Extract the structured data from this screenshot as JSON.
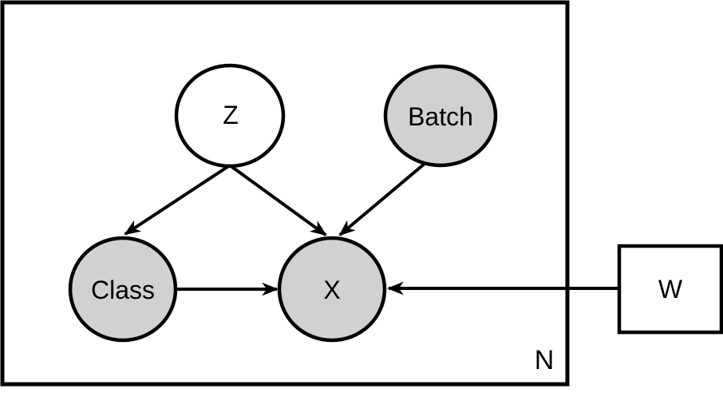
{
  "diagram": {
    "type": "plate-notation-bayesian-network",
    "plate": {
      "label": "N"
    },
    "nodes": [
      {
        "id": "Z",
        "label": "Z",
        "shape": "ellipse",
        "observed": false,
        "fill": "#ffffff"
      },
      {
        "id": "Batch",
        "label": "Batch",
        "shape": "ellipse",
        "observed": true,
        "fill": "#d1d1d1"
      },
      {
        "id": "Class",
        "label": "Class",
        "shape": "ellipse",
        "observed": true,
        "fill": "#d1d1d1"
      },
      {
        "id": "X",
        "label": "X",
        "shape": "ellipse",
        "observed": true,
        "fill": "#d1d1d1"
      },
      {
        "id": "W",
        "label": "W",
        "shape": "rectangle",
        "observed": false,
        "fill": "#ffffff"
      }
    ],
    "edges": [
      {
        "from": "Z",
        "to": "X"
      },
      {
        "from": "Z",
        "to": "Class"
      },
      {
        "from": "Batch",
        "to": "X"
      },
      {
        "from": "Class",
        "to": "X"
      },
      {
        "from": "W",
        "to": "X"
      }
    ],
    "colors": {
      "stroke": "#000000",
      "observed_fill": "#d1d1d1",
      "background": "#ffffff"
    }
  }
}
